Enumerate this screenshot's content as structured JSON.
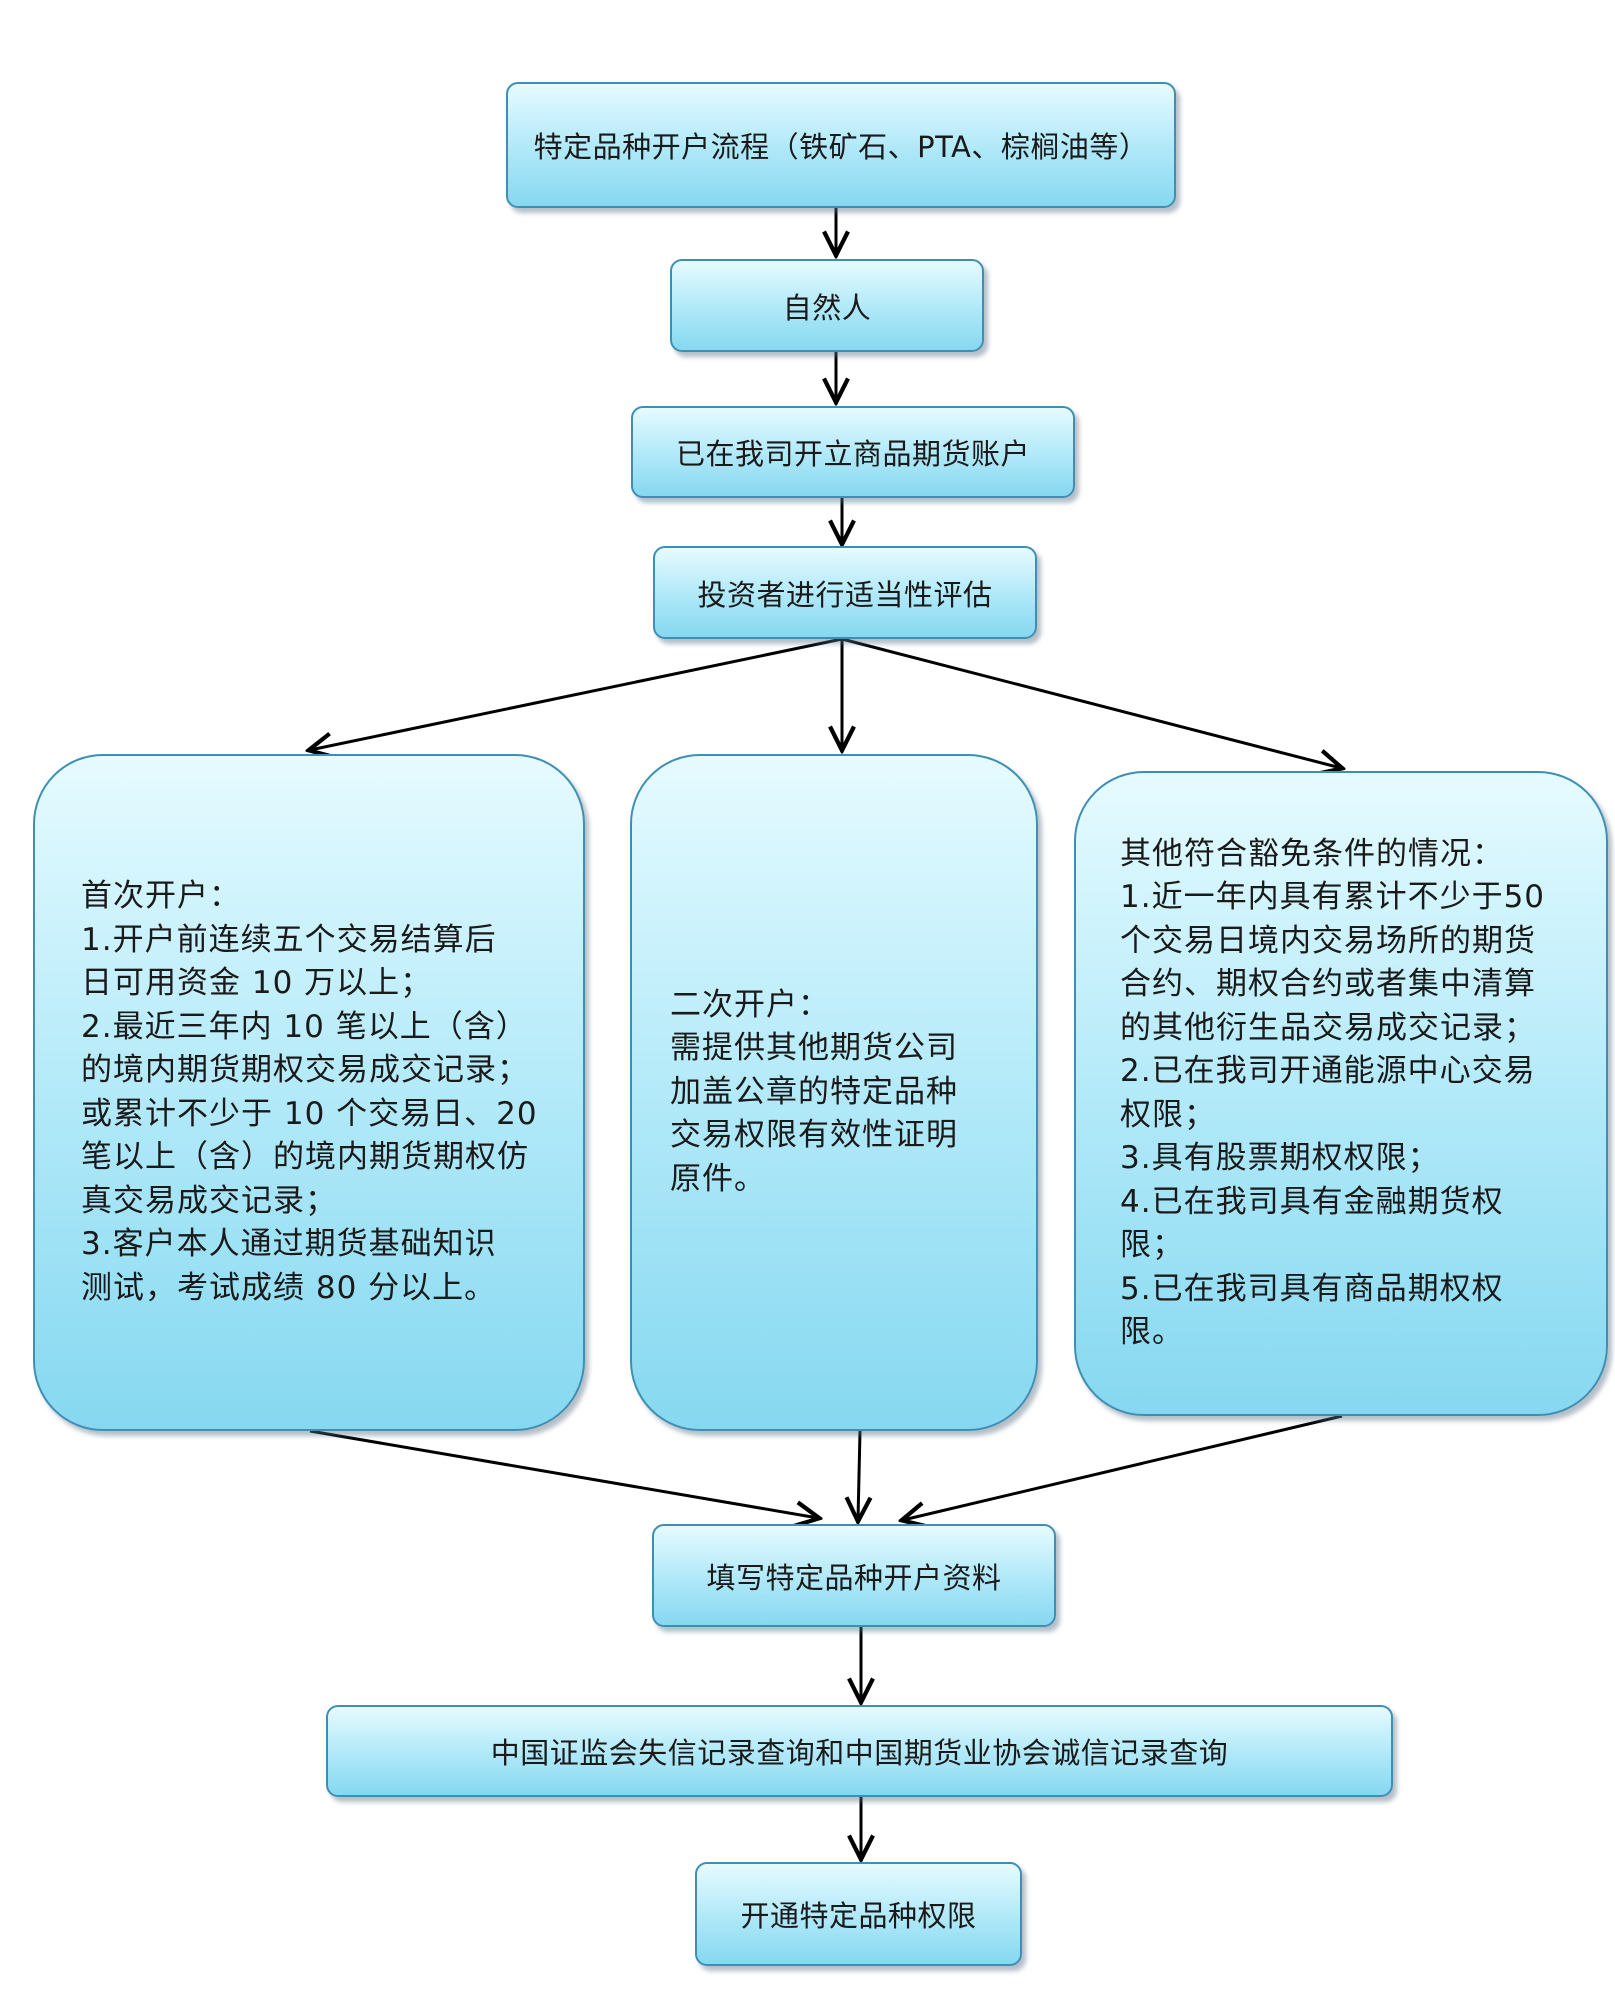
{
  "flow": {
    "title": "特定品种开户流程（铁矿石、PTA、棕榈油等）",
    "natural_person": "自然人",
    "existing_account": "已在我司开立商品期货账户",
    "assessment": "投资者进行适当性评估",
    "first_open": {
      "lines": [
        "首次开户：",
        "1.开户前连续五个交易结算后",
        "日可用资金 10 万以上；",
        "2.最近三年内  10 笔以上（含）",
        "的境内期货期权交易成交记录；",
        "或累计不少于 10 个交易日、20",
        "笔以上（含）的境内期货期权仿",
        "真交易成交记录；",
        "3.客户本人通过期货基础知识",
        "测试，考试成绩 80 分以上。"
      ]
    },
    "second_open": {
      "lines": [
        "二次开户：",
        "需提供其他期货公司",
        "加盖公章的特定品种",
        "交易权限有效性证明",
        "原件。"
      ]
    },
    "exempt": {
      "lines": [
        "其他符合豁免条件的情况：",
        "1.近一年内具有累计不少于50",
        "个交易日境内交易场所的期货",
        "合约、期权合约或者集中清算",
        "的其他衍生品交易成交记录；",
        "2.已在我司开通能源中心交易",
        "权限；",
        "3.具有股票期权权限；",
        "4.已在我司具有金融期货权",
        "限；",
        "5.已在我司具有商品期权权",
        "限。"
      ]
    },
    "fill_forms": "填写特定品种开户资料",
    "credit_check": "中国证监会失信记录查询和中国期货业协会诚信记录查询",
    "enable": "开通特定品种权限"
  },
  "colors": {
    "box_border": "#3f8fb5",
    "box_fill_top": "#e6fbff",
    "box_fill_bottom": "#86d8f0",
    "arrow": "#000000"
  }
}
